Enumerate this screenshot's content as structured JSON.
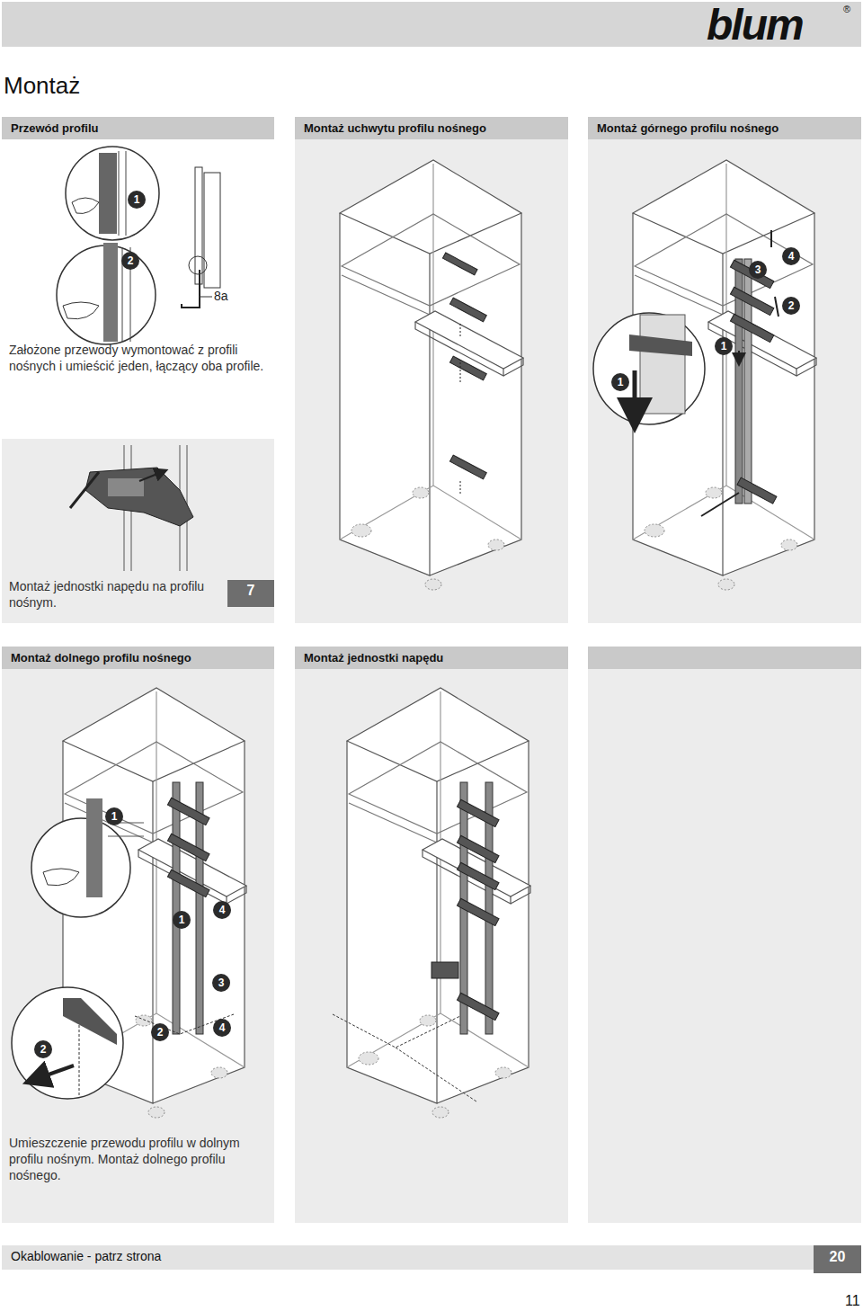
{
  "diagram": {
    "title": "Montaż",
    "nodes": [
      {
        "text": [
          "Przewód profilu",
          "Założone przewody wymontować z profili nośnych i umieścić jeden, łączący oba profile."
        ]
      },
      {
        "text": [
          "Montaż jednostki napędu na profilu nośnym."
        ]
      },
      {
        "text": [
          "7"
        ],
        "in": 1
      },
      {
        "text": [
          "Montaż uchwytu profilu nośnego"
        ]
      },
      {
        "text": [
          "Montaż górnego profilu nośnego"
        ]
      },
      {
        "text": [
          "Montaż dolnego profilu nośnego",
          "Umieszczenie przewodu profilu w dolnym profilu nośnym. Montaż dolnego profilu nośnego."
        ]
      },
      {
        "text": [
          "Montaż jednostki napędu"
        ]
      },
      {
        "text": [
          "Okablowanie - patrz strona"
        ]
      },
      {
        "text": [
          "20"
        ],
        "in": 7
      }
    ],
    "labels": [
      "blum",
      "®",
      "1",
      "2",
      "8a",
      "4",
      "3",
      "2",
      "1",
      "1",
      "1",
      "1",
      "4",
      "3",
      "2",
      "4",
      "2",
      "11"
    ]
  }
}
